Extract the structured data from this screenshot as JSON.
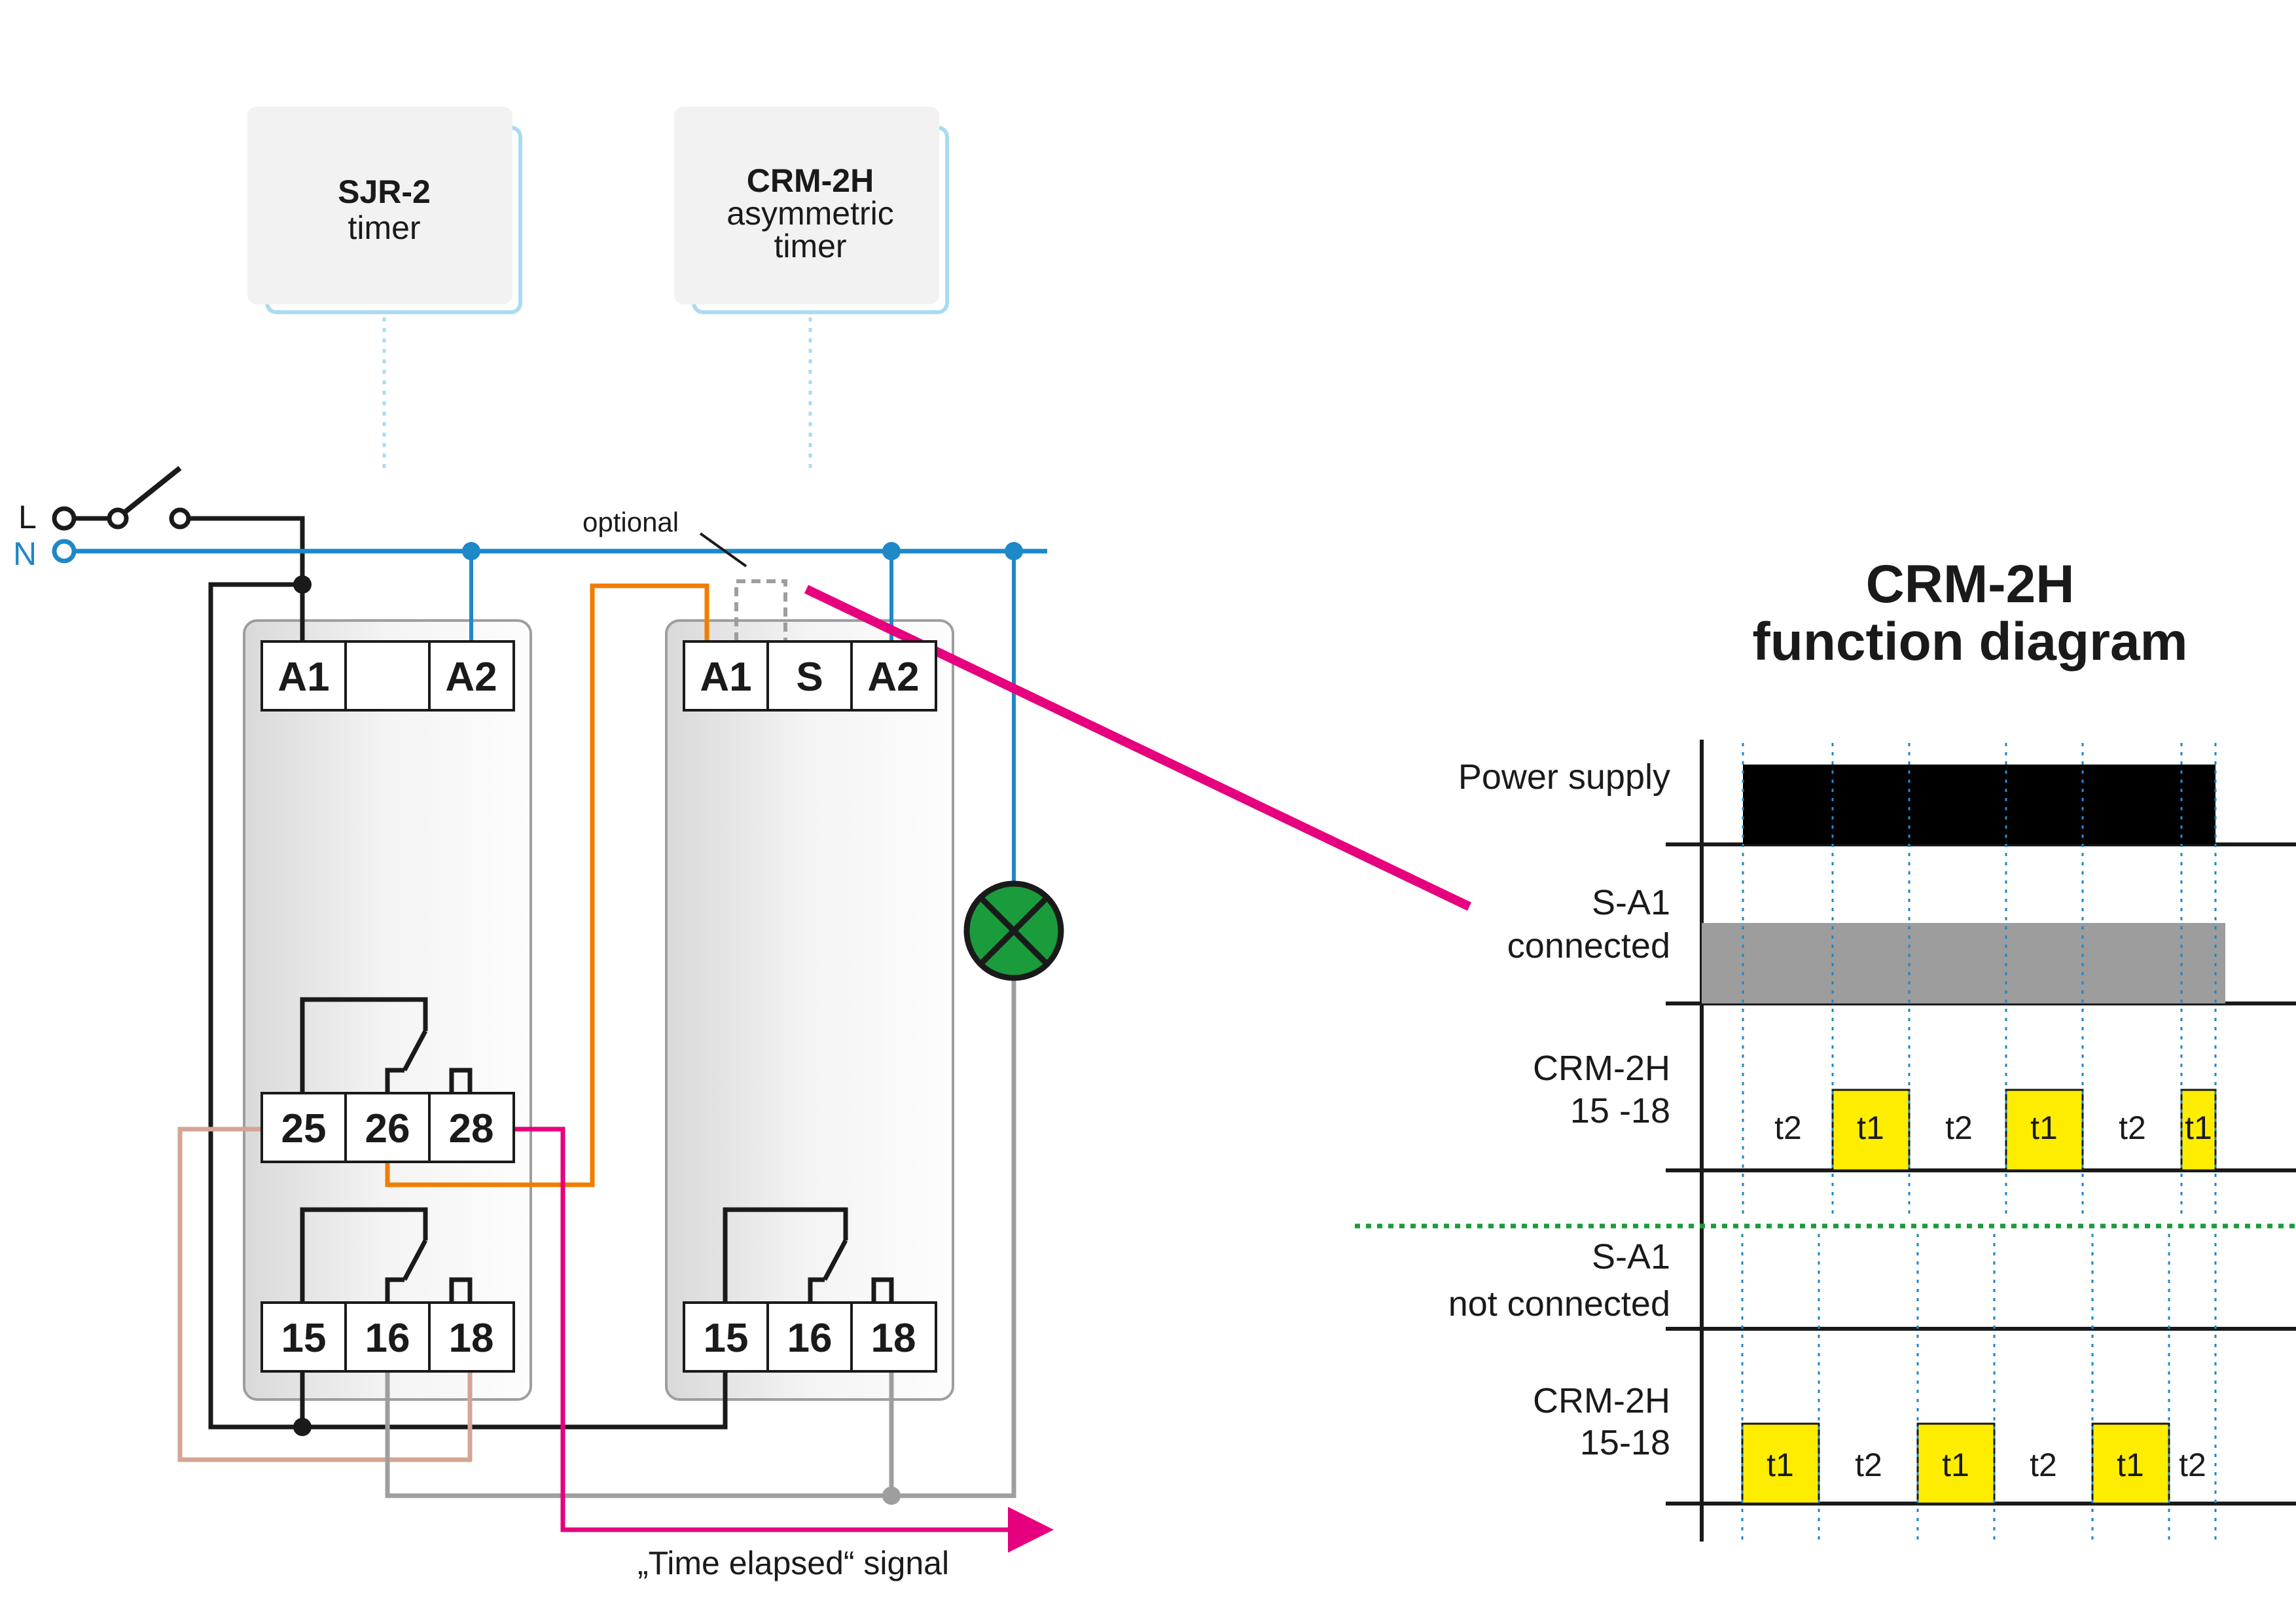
{
  "colors": {
    "wire_black": "#1a1a1a",
    "wire_blue": "#1e88c8",
    "wire_orange": "#f07d00",
    "wire_magenta": "#e6007e",
    "wire_tan": "#d4a593",
    "wire_gray": "#9e9e9e",
    "pulse_yellow": "#ffed00",
    "lamp_green": "#1a9b3c",
    "supply_black": "#000000",
    "sa1_gray": "#9d9d9d",
    "separator_green": "#1a9b3c",
    "device_tab_blue": "#a8dcf2"
  },
  "legend": {
    "line_label": "L",
    "neutral_label": "N",
    "optional_label": "optional",
    "signal_label": "„Time elapsed“ signal"
  },
  "devices": {
    "sjr": {
      "name": "SJR-2",
      "subtitle": "timer",
      "top_terminals": [
        "A1",
        "",
        "A2"
      ],
      "mid_terminals": [
        "25",
        "26",
        "28"
      ],
      "bottom_terminals": [
        "15",
        "16",
        "18"
      ]
    },
    "crm": {
      "name": "CRM-2H",
      "subtitle_1": "asymmetric",
      "subtitle_2": "timer",
      "top_terminals": [
        "A1",
        "S",
        "A2"
      ],
      "bottom_terminals": [
        "15",
        "16",
        "18"
      ]
    }
  },
  "lamp": {
    "icon": "lamp-icon"
  },
  "function_diagram": {
    "title_line1": "CRM-2H",
    "title_line2": "function diagram",
    "rows": {
      "power_supply": "Power supply",
      "sa1_connected_1": "S-A1",
      "sa1_connected_2": "connected",
      "crm_out_1_line1": "CRM-2H",
      "crm_out_1_line2": "15 -18",
      "sa1_not_connected_1": "S-A1",
      "sa1_not_connected_2": "not connected",
      "crm_out_2_line1": "CRM-2H",
      "crm_out_2_line2": "15-18"
    },
    "pulses_row1": [
      "t2",
      "t1",
      "t2",
      "t1",
      "t2",
      "t1"
    ],
    "pulses_row2": [
      "t1",
      "t2",
      "t1",
      "t2",
      "t1",
      "t2"
    ]
  }
}
